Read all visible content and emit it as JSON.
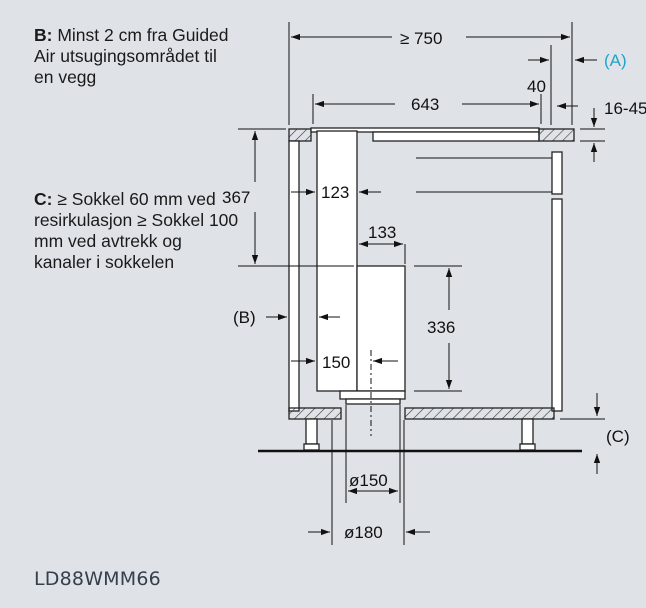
{
  "notes": {
    "b_key": "B:",
    "b_text": "Minst 2 cm fra Guided Air utsugingsområdet til en vegg",
    "c_key": "C:",
    "c_text": "≥ Sokkel 60 mm ved resirkulasjon ≥ Sokkel 100 mm ved avtrekk og kanaler i sokkelen"
  },
  "dimensions": {
    "overall_width": "≥ 750",
    "label_a": "(A)",
    "d40": "40",
    "d643": "643",
    "d16_45": "16-45",
    "d367": "367",
    "d123": "123",
    "d133": "133",
    "d336": "336",
    "d150": "150",
    "label_b": "(B)",
    "label_c": "(C)",
    "dia150": "ø150",
    "dia180": "ø180"
  },
  "model": "LD88WMM66",
  "colors": {
    "background": "#dfe3e8",
    "accent": "#1fa3c8",
    "line": "#111111"
  }
}
